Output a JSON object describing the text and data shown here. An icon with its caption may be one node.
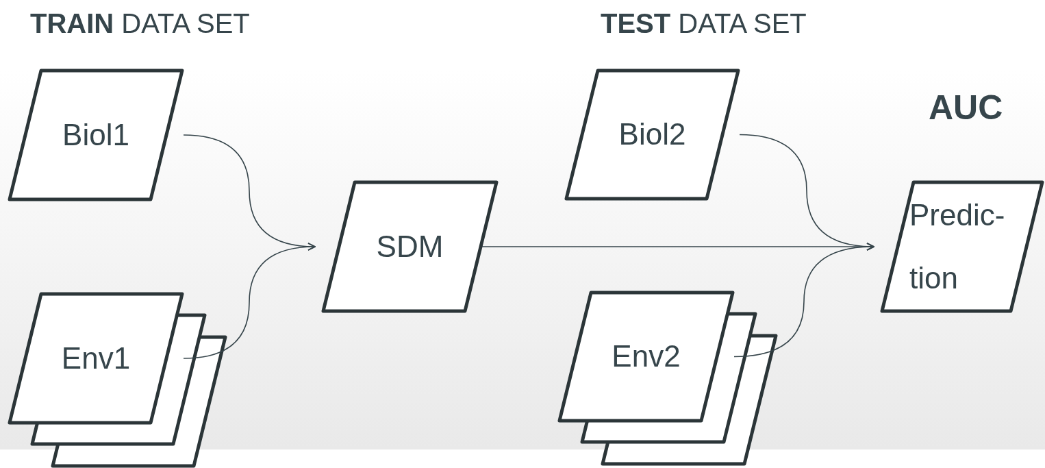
{
  "diagram": {
    "nodes": [
      {
        "text": [
          "Biol1"
        ]
      },
      {
        "text": [
          "Env1"
        ]
      },
      {
        "text": [
          "SDM"
        ]
      },
      {
        "text": [
          "Biol2"
        ]
      },
      {
        "text": [
          "Env2"
        ]
      },
      {
        "text": [
          "Predic- tion"
        ],
        "beside": [
          "AUC"
        ]
      }
    ],
    "edges": [
      {
        "from": 0,
        "to": 2,
        "arrow": "to"
      },
      {
        "from": 1,
        "to": 2,
        "arrow": "to"
      },
      {
        "from": 2,
        "to": 5,
        "arrow": "to"
      },
      {
        "from": 3,
        "to": 5,
        "arrow": "to"
      },
      {
        "from": 4,
        "to": 5,
        "arrow": "to"
      }
    ],
    "labels": [
      "**TRAIN** DATA SET",
      "**TEST** DATA SET"
    ]
  }
}
